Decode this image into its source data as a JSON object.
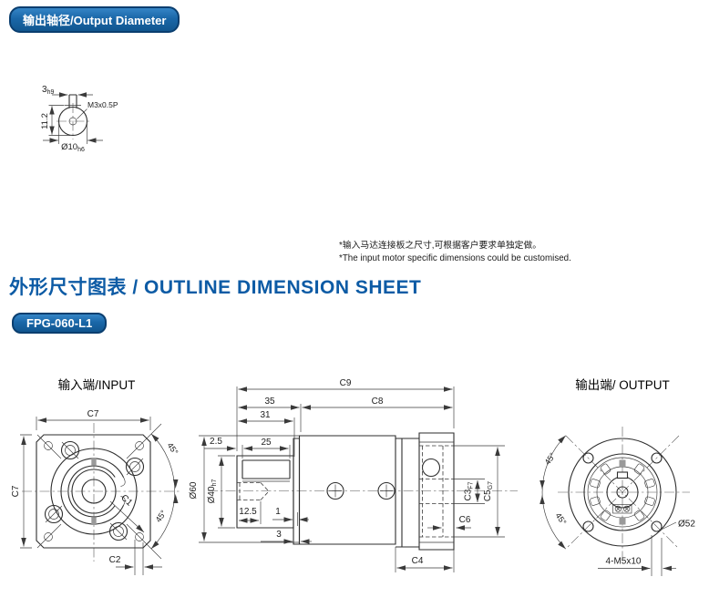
{
  "badges": {
    "output_diameter": "输出轴径/Output Diameter",
    "model": "FPG-060-L1"
  },
  "heading": {
    "title": "外形尺寸图表 / OUTLINE DIMENSION SHEET"
  },
  "notes": {
    "line1": "*输入马达连接板之尺寸,可根据客户要求单独定做。",
    "line2": "*The input motor specific dimensions could be customised."
  },
  "shaft_detail": {
    "key_width": {
      "val": "3",
      "tol": "h9"
    },
    "thread": "M3x0.5P",
    "height": "11.2",
    "diameter": {
      "val": "Ø10",
      "tol": "h6"
    }
  },
  "views": {
    "input": {
      "title": "输入端/INPUT",
      "dims": {
        "c7_top": "C7",
        "c7_left": "C7",
        "angle_top": "45°",
        "angle_bottom": "45°",
        "c1": "C1",
        "c2": "C2"
      }
    },
    "side": {
      "dims": {
        "c9": "C9",
        "l35": "35",
        "c8": "C8",
        "l31": "31",
        "l2_5": "2.5",
        "l25": "25",
        "dia60": "Ø60",
        "dia40": {
          "val": "Ø40",
          "tol": "h7"
        },
        "l12_5": "12.5",
        "l1": "1",
        "l3": "3",
        "c3": {
          "val": "C3",
          "tol": "F7"
        },
        "c5": {
          "val": "C5",
          "tol": "G7"
        },
        "c6": "C6",
        "c4": "C4"
      }
    },
    "output": {
      "title": "输出端/ OUTPUT",
      "dims": {
        "angle_top": "45°",
        "angle_bottom": "45°",
        "dia52": "Ø52",
        "bolts": "4-M5x10"
      }
    }
  },
  "colors": {
    "accent": "#0d5ba5",
    "badge_border": "#0a3e6f",
    "line": "#2e2e2e"
  }
}
